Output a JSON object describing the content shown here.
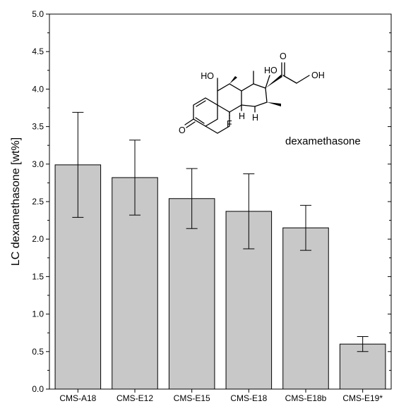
{
  "chart_data": {
    "type": "bar",
    "title": "",
    "xlabel": "",
    "ylabel": "LC dexamethasone [wt%]",
    "ylim": [
      0,
      5.0
    ],
    "yticks": [
      "0.0",
      "0.5",
      "1.0",
      "1.5",
      "2.0",
      "2.5",
      "3.0",
      "3.5",
      "4.0",
      "4.5",
      "5.0"
    ],
    "categories": [
      "CMS-A18",
      "CMS-E12",
      "CMS-E15",
      "CMS-E18",
      "CMS-E18b",
      "CMS-E19*"
    ],
    "values": [
      2.99,
      2.82,
      2.54,
      2.37,
      2.15,
      0.6
    ],
    "errors": [
      0.7,
      0.5,
      0.4,
      0.5,
      0.3,
      0.1
    ],
    "bar_color": "#c8c8c8",
    "grid": false,
    "annotation": {
      "name": "dexamethasone",
      "atoms": {
        "ho_left": "HO",
        "ho_top": "HO",
        "oh_right": "OH",
        "o_top": "O",
        "o_left": "O",
        "f": "F",
        "h_c8": "H",
        "h_c14": "H"
      }
    }
  }
}
